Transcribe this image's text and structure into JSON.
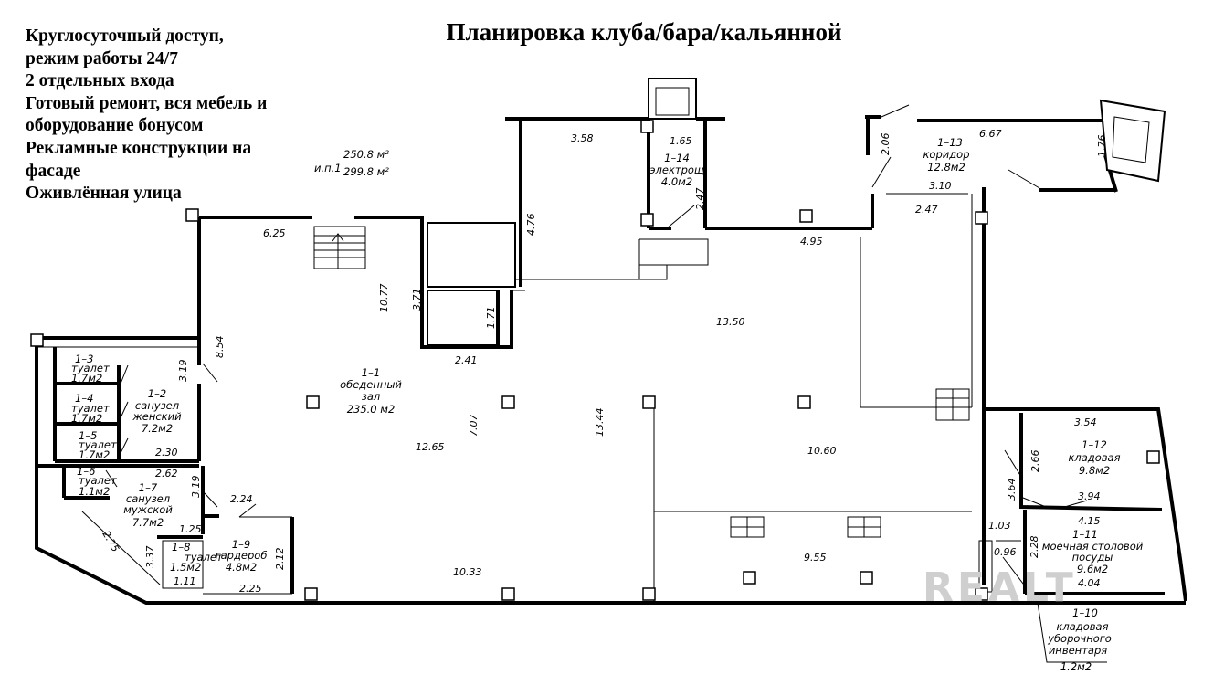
{
  "title": "Планировка клуба/бара/кальянной",
  "ad_lines": [
    "Круглосуточный доступ,",
    "режим работы 24/7",
    "2 отдельных входа",
    "Готовый ремонт, вся мебель и",
    "оборудование бонусом",
    "Рекламные конструкции на",
    "фасаде",
    "Оживлённая улица"
  ],
  "area_summary": {
    "label": "и.п.1",
    "area1": "250.8 м²",
    "area2": "299.8 м²"
  },
  "rooms": [
    {
      "num": "1–1",
      "lines": [
        "обеденный",
        "зал",
        "235.0 м2"
      ]
    },
    {
      "num": "1–2",
      "lines": [
        "санузел",
        "женский",
        "7.2м2"
      ]
    },
    {
      "num": "1–3",
      "lines": [
        "туалет",
        "1.7м2"
      ]
    },
    {
      "num": "1–4",
      "lines": [
        "туалет",
        "1.7м2"
      ]
    },
    {
      "num": "1–5",
      "lines": [
        "туалет",
        "1.7м2"
      ]
    },
    {
      "num": "1–6",
      "lines": [
        "туалет",
        "1.1м2"
      ]
    },
    {
      "num": "1–7",
      "lines": [
        "санузел",
        "мужской",
        "7.7м2"
      ]
    },
    {
      "num": "1–8",
      "lines": [
        "туалет",
        "1.5м2"
      ]
    },
    {
      "num": "1–9",
      "lines": [
        "гардероб",
        "4.8м2"
      ]
    },
    {
      "num": "1–10",
      "lines": [
        "кладовая",
        "уборочного",
        "инвентаря",
        "1.2м2"
      ]
    },
    {
      "num": "1–11",
      "lines": [
        "моечная столовой",
        "посуды",
        "9.6м2"
      ]
    },
    {
      "num": "1–12",
      "lines": [
        "кладовая",
        "9.8м2"
      ]
    },
    {
      "num": "1–13",
      "lines": [
        "коридор",
        "12.8м2"
      ]
    },
    {
      "num": "1–14",
      "lines": [
        "электрощ",
        "4.0м2"
      ]
    }
  ],
  "dimensions": [
    "3.58",
    "1.65",
    "2.47",
    "4.76",
    "6.25",
    "10.77",
    "3.71",
    "1.71",
    "2.41",
    "8.54",
    "3.19",
    "2.30",
    "2.62",
    "3.19",
    "2.24",
    "1.25",
    "2.75",
    "3.37",
    "1.11",
    "2.12",
    "2.25",
    "10.33",
    "12.65",
    "7.07",
    "13.44",
    "13.50",
    "10.60",
    "9.55",
    "4.95",
    "2.06",
    "6.67",
    "1.76",
    "3.10",
    "2.47",
    "3.54",
    "2.66",
    "3.64",
    "3.94",
    "4.15",
    "1.03",
    "0.96",
    "2.28",
    "4.04"
  ],
  "watermark": "REALT"
}
